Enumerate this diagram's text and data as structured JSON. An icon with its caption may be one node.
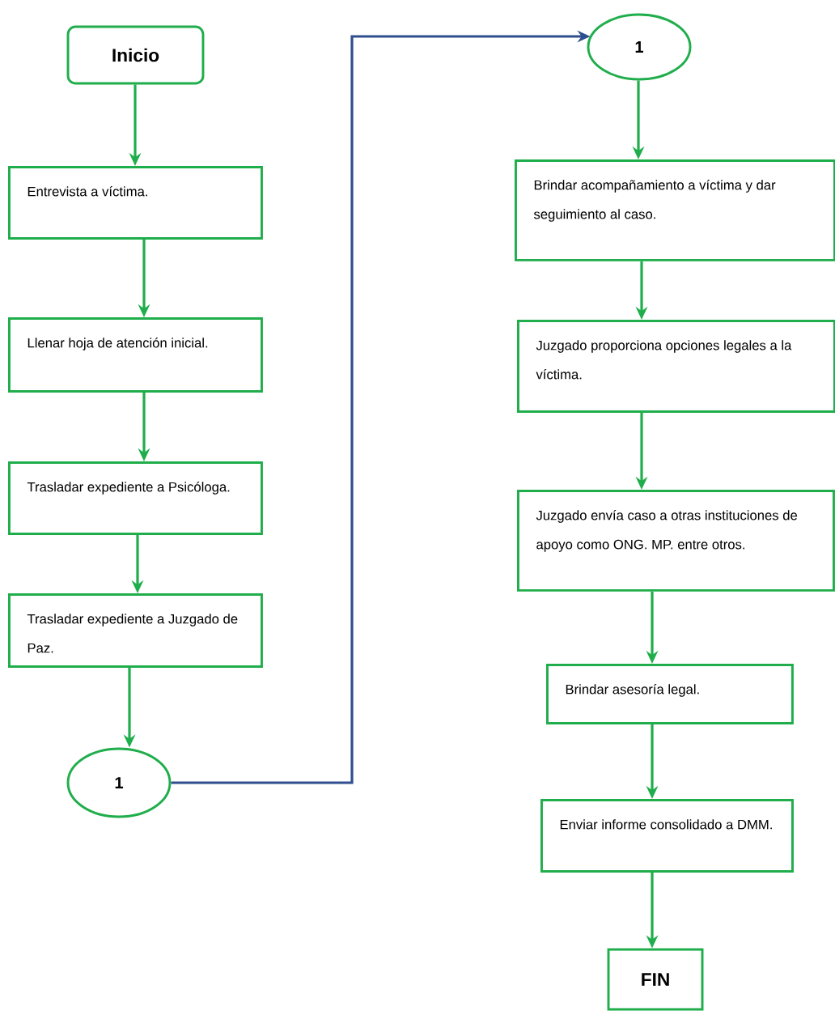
{
  "diagram": {
    "nodes": [
      {
        "text": [
          "Inicio"
        ]
      },
      {
        "text": [
          "Entrevista a víctima."
        ]
      },
      {
        "text": [
          "Llenar hoja de atención inicial."
        ]
      },
      {
        "text": [
          "Trasladar expediente a Psicóloga."
        ]
      },
      {
        "text": [
          "Trasladar expediente a Juzgado de Paz."
        ]
      },
      {
        "text": [
          "1"
        ]
      },
      {
        "text": [
          "1"
        ]
      },
      {
        "text": [
          "Brindar acompañamiento a víctima y dar seguimiento al caso."
        ]
      },
      {
        "text": [
          "Juzgado proporciona opciones legales a la víctima."
        ]
      },
      {
        "text": [
          "Juzgado envía caso a otras instituciones de apoyo como ONG. MP. entre otros."
        ]
      },
      {
        "text": [
          "Brindar asesoría legal."
        ]
      },
      {
        "text": [
          "Enviar informe consolidado a DMM."
        ]
      },
      {
        "text": [
          "FIN"
        ]
      }
    ],
    "edges": [
      {
        "from": 0,
        "to": 1,
        "arrow": "to"
      },
      {
        "from": 1,
        "to": 2,
        "arrow": "to"
      },
      {
        "from": 2,
        "to": 3,
        "arrow": "to"
      },
      {
        "from": 3,
        "to": 4,
        "arrow": "to"
      },
      {
        "from": 4,
        "to": 5,
        "arrow": "to"
      },
      {
        "from": 5,
        "to": 6,
        "arrow": "to",
        "color": "#2f4f8f"
      },
      {
        "from": 6,
        "to": 7,
        "arrow": "to"
      },
      {
        "from": 7,
        "to": 8,
        "arrow": "to"
      },
      {
        "from": 8,
        "to": 9,
        "arrow": "to"
      },
      {
        "from": 9,
        "to": 10,
        "arrow": "to"
      },
      {
        "from": 10,
        "to": 11,
        "arrow": "to"
      },
      {
        "from": 11,
        "to": 12,
        "arrow": "to"
      }
    ]
  }
}
